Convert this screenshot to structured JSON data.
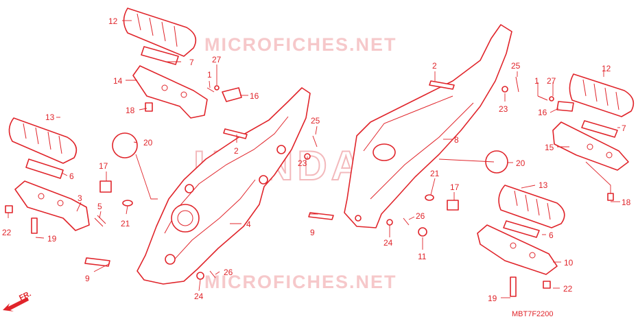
{
  "colors": {
    "line": "#e0242a",
    "watermark": "#f6c8ca"
  },
  "watermarks": {
    "top": "MICROFICHES.NET",
    "bottom": "MICROFICHES.NET",
    "center": "HONDA"
  },
  "diagram_code": "MBT7F2200",
  "front_marker": {
    "label": "FR.",
    "icon": "arrow-icon"
  },
  "callouts": {
    "c12a": "12",
    "c7a": "7",
    "c14": "14",
    "c18a": "18",
    "c1a": "1",
    "c27a": "27",
    "c16a": "16",
    "c13a": "13",
    "c6a": "6",
    "c17a": "17",
    "c3": "3",
    "c5": "5",
    "c22a": "22",
    "c19a": "19",
    "c21a": "21",
    "c20a": "20",
    "c2a": "2",
    "c25a": "25",
    "c23a": "23",
    "c4": "4",
    "c9a": "9",
    "c26a": "26",
    "c24a": "24",
    "c2b": "2",
    "c8": "8",
    "c23b": "23",
    "c25b": "25",
    "c20b": "20",
    "c21b": "21",
    "c17b": "17",
    "c9b": "9",
    "c24b": "24",
    "c26b": "26",
    "c11": "11",
    "c1b": "1",
    "c27b": "27",
    "c12b": "12",
    "c16b": "16",
    "c7b": "7",
    "c15": "15",
    "c18b": "18",
    "c13b": "13",
    "c6b": "6",
    "c10": "10",
    "c19b": "19",
    "c22b": "22"
  }
}
